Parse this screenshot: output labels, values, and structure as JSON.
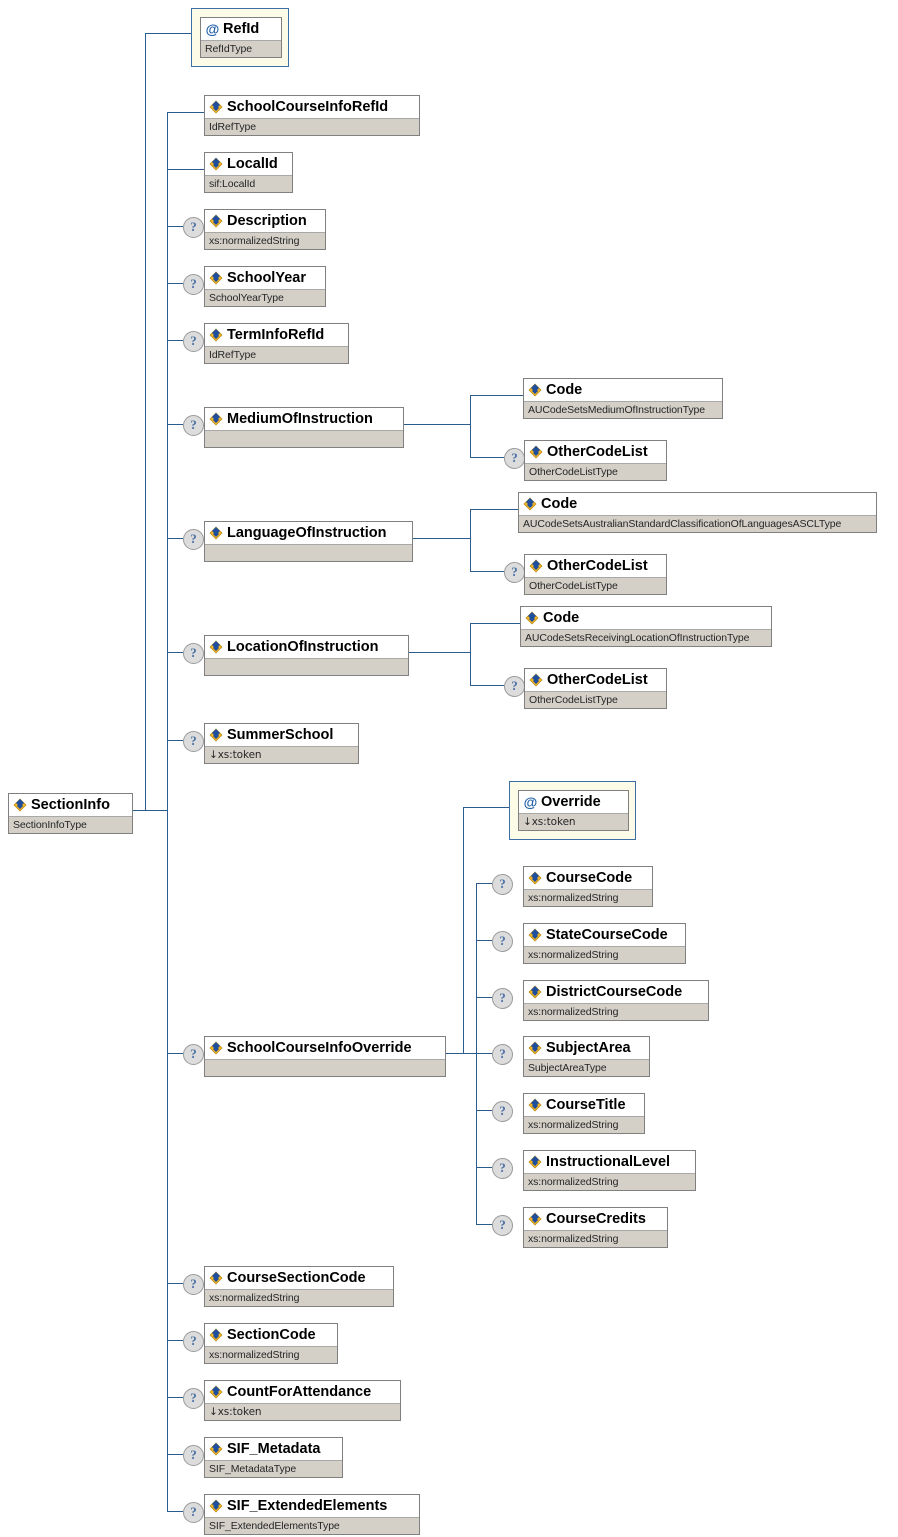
{
  "diagram": {
    "title": "SectionInfo XML Schema Element Tree",
    "type": "xsd-element-tree",
    "colors": {
      "connector": "#2c5c8f",
      "type_row_bg": "#d4d0c8",
      "attribute_frame_bg": "#fbfbe8",
      "attribute_frame_border": "#3a6ea5",
      "node_border": "#808080",
      "optional_marker_bg": "#dcdcdc",
      "icon_blue": "#1f4e9c",
      "icon_yellow": "#f0b429"
    },
    "legend": {
      "optional_marker": "?",
      "attribute_icon": "@",
      "element_icon": "element-diamond-icon",
      "restriction_prefix": "↓"
    }
  },
  "root": {
    "name": "SectionInfo",
    "type": "SectionInfoType",
    "icon": "element-diamond-icon",
    "optional": false
  },
  "attributes": [
    {
      "name": "RefId",
      "type": "RefIdType",
      "icon": "attribute-at-icon",
      "optional": false
    }
  ],
  "elements": [
    {
      "name": "SchoolCourseInfoRefId",
      "type": "IdRefType",
      "icon": "element-diamond-icon",
      "optional": false
    },
    {
      "name": "LocalId",
      "type": "sif:LocalId",
      "icon": "element-diamond-icon",
      "optional": false
    },
    {
      "name": "Description",
      "type": "xs:normalizedString",
      "icon": "element-diamond-icon",
      "optional": true
    },
    {
      "name": "SchoolYear",
      "type": "SchoolYearType",
      "icon": "element-diamond-icon",
      "optional": true
    },
    {
      "name": "TermInfoRefId",
      "type": "IdRefType",
      "icon": "element-diamond-icon",
      "optional": true
    },
    {
      "name": "MediumOfInstruction",
      "type": "",
      "icon": "element-diamond-icon",
      "optional": true
    },
    {
      "name": "LanguageOfInstruction",
      "type": "",
      "icon": "element-diamond-icon",
      "optional": true
    },
    {
      "name": "LocationOfInstruction",
      "type": "",
      "icon": "element-diamond-icon",
      "optional": true
    },
    {
      "name": "SummerSchool",
      "type": "↓xs:token",
      "icon": "element-diamond-icon",
      "optional": true
    },
    {
      "name": "SchoolCourseInfoOverride",
      "type": "",
      "icon": "element-diamond-icon",
      "optional": true
    },
    {
      "name": "CourseSectionCode",
      "type": "xs:normalizedString",
      "icon": "element-diamond-icon",
      "optional": true
    },
    {
      "name": "SectionCode",
      "type": "xs:normalizedString",
      "icon": "element-diamond-icon",
      "optional": true
    },
    {
      "name": "CountForAttendance",
      "type": "↓xs:token",
      "icon": "element-diamond-icon",
      "optional": true
    },
    {
      "name": "SIF_Metadata",
      "type": "SIF_MetadataType",
      "icon": "element-diamond-icon",
      "optional": true
    },
    {
      "name": "SIF_ExtendedElements",
      "type": "SIF_ExtendedElementsType",
      "icon": "element-diamond-icon",
      "optional": true
    }
  ],
  "medium_children": [
    {
      "name": "Code",
      "type": "AUCodeSetsMediumOfInstructionType",
      "icon": "element-diamond-icon",
      "optional": false
    },
    {
      "name": "OtherCodeList",
      "type": "OtherCodeListType",
      "icon": "element-diamond-icon",
      "optional": true
    }
  ],
  "language_children": [
    {
      "name": "Code",
      "type": "AUCodeSetsAustralianStandardClassificationOfLanguagesASCLType",
      "icon": "element-diamond-icon",
      "optional": false
    },
    {
      "name": "OtherCodeList",
      "type": "OtherCodeListType",
      "icon": "element-diamond-icon",
      "optional": true
    }
  ],
  "location_children": [
    {
      "name": "Code",
      "type": "AUCodeSetsReceivingLocationOfInstructionType",
      "icon": "element-diamond-icon",
      "optional": false
    },
    {
      "name": "OtherCodeList",
      "type": "OtherCodeListType",
      "icon": "element-diamond-icon",
      "optional": true
    }
  ],
  "override_attributes": [
    {
      "name": "Override",
      "type": "↓xs:token",
      "icon": "attribute-at-icon",
      "optional": false
    }
  ],
  "override_children": [
    {
      "name": "CourseCode",
      "type": "xs:normalizedString",
      "icon": "element-diamond-icon",
      "optional": true
    },
    {
      "name": "StateCourseCode",
      "type": "xs:normalizedString",
      "icon": "element-diamond-icon",
      "optional": true
    },
    {
      "name": "DistrictCourseCode",
      "type": "xs:normalizedString",
      "icon": "element-diamond-icon",
      "optional": true
    },
    {
      "name": "SubjectArea",
      "type": "SubjectAreaType",
      "icon": "element-diamond-icon",
      "optional": true
    },
    {
      "name": "CourseTitle",
      "type": "xs:normalizedString",
      "icon": "element-diamond-icon",
      "optional": true
    },
    {
      "name": "InstructionalLevel",
      "type": "xs:normalizedString",
      "icon": "element-diamond-icon",
      "optional": true
    },
    {
      "name": "CourseCredits",
      "type": "xs:normalizedString",
      "icon": "element-diamond-icon",
      "optional": true
    }
  ]
}
